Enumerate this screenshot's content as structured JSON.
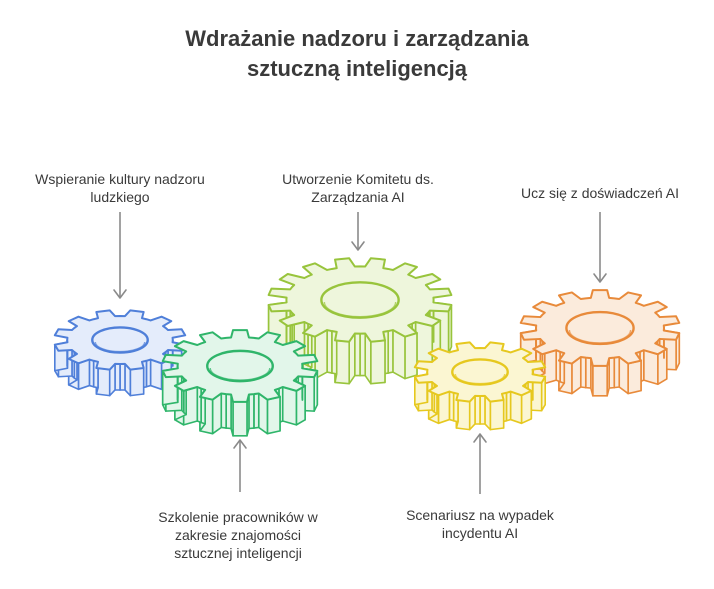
{
  "title": {
    "line1": "Wdrażanie nadzoru i zarządzania",
    "line2": "sztuczną inteligencją"
  },
  "labels": {
    "human_oversight": {
      "line1": "Wspieranie kultury nadzoru",
      "line2": "ludzkiego"
    },
    "committee": {
      "line1": "Utworzenie Komitetu ds.",
      "line2": "Zarządzania AI"
    },
    "learn": {
      "line1": "Ucz się z doświadczeń AI"
    },
    "training": {
      "line1": "Szkolenie pracowników w",
      "line2": "zakresie znajomości",
      "line3": "sztucznej inteligencji"
    },
    "incident": {
      "line1": "Scenariusz na wypadek",
      "line2": "incydentu AI"
    }
  },
  "colors": {
    "blue_stroke": "#4f7fd9",
    "blue_fill": "#e4ecfb",
    "green_stroke": "#2fb56a",
    "green_fill": "#e2f6ea",
    "lime_stroke": "#98c43c",
    "lime_fill": "#eef6dc",
    "yellow_stroke": "#e6c81f",
    "yellow_fill": "#fbf6d2",
    "orange_stroke": "#e88a3a",
    "orange_fill": "#fbebdc",
    "arrow": "#8a8a8a"
  }
}
